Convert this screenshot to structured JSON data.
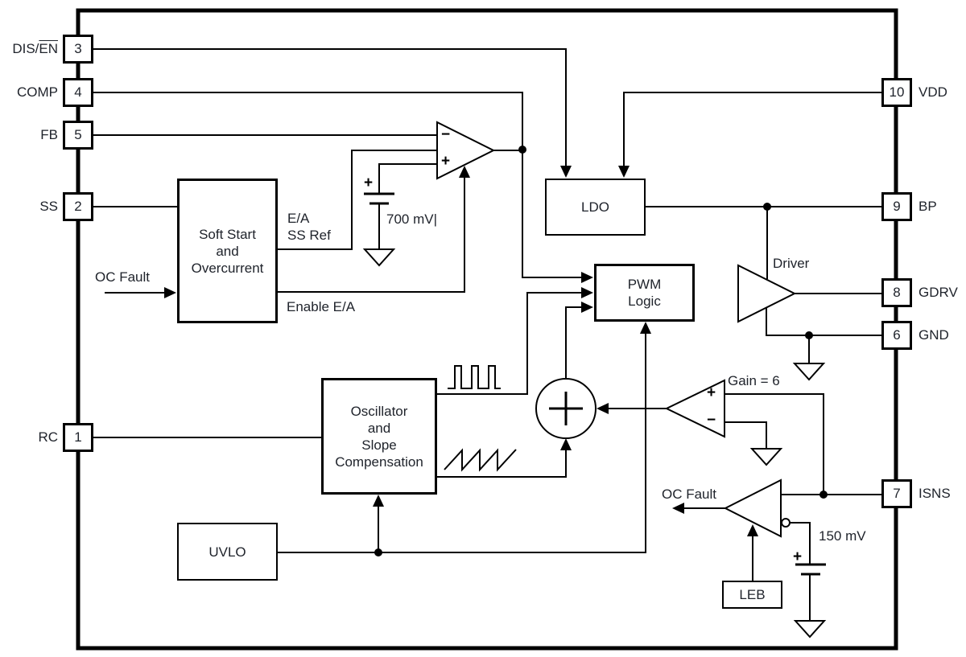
{
  "diagram": {
    "background": "#ffffff",
    "line_color": "#000000",
    "text_color": "#20242c"
  },
  "pins": {
    "left": [
      {
        "number": "3",
        "label_prefix": "DIS/",
        "label_overline": "EN"
      },
      {
        "number": "4",
        "label": "COMP"
      },
      {
        "number": "5",
        "label": "FB"
      },
      {
        "number": "2",
        "label": "SS"
      },
      {
        "number": "1",
        "label": "RC"
      }
    ],
    "right": [
      {
        "number": "10",
        "label": "VDD"
      },
      {
        "number": "9",
        "label": "BP"
      },
      {
        "number": "8",
        "label": "GDRV"
      },
      {
        "number": "6",
        "label": "GND"
      },
      {
        "number": "7",
        "label": "ISNS"
      }
    ]
  },
  "blocks": {
    "soft_start": {
      "lines": [
        "Soft Start",
        "and",
        "Overcurrent"
      ]
    },
    "ldo": {
      "label": "LDO"
    },
    "pwm": {
      "lines": [
        "PWM",
        "Logic"
      ]
    },
    "oscillator": {
      "lines": [
        "Oscillator",
        "and",
        "Slope",
        "Compensation"
      ]
    },
    "uvlo": {
      "label": "UVLO"
    },
    "leb": {
      "label": "LEB"
    }
  },
  "annotations": {
    "ea_ref_line1": "E/A",
    "ea_ref_line2": "SS Ref",
    "enable_ea": "Enable E/A",
    "oc_fault_left": "OC Fault",
    "oc_fault_right": "OC Fault",
    "ref_700mv": "700 mV|",
    "ref_150mv": "150 mV",
    "gain": "Gain = 6",
    "driver": "Driver",
    "plus": "+",
    "minus": "−"
  }
}
